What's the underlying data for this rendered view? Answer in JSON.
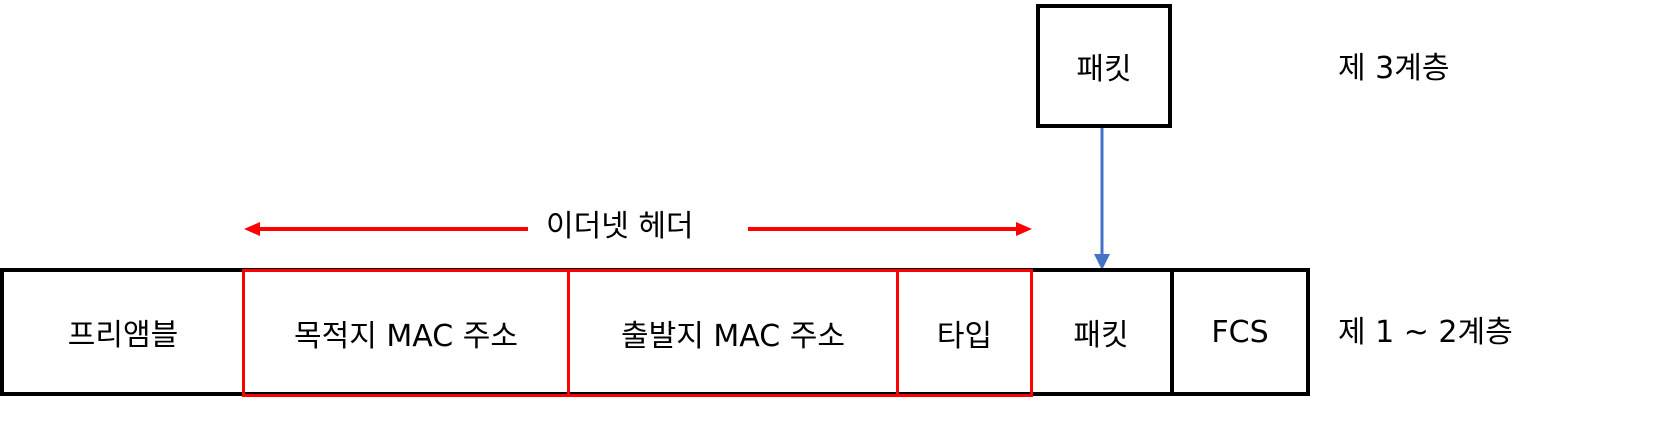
{
  "layer3": {
    "box_label": "패킷",
    "layer_label": "제 3계층"
  },
  "header_span": {
    "label": "이더넷 헤더"
  },
  "frame": {
    "fields": [
      {
        "label": "프리앰블"
      },
      {
        "label": "목적지 MAC 주소"
      },
      {
        "label": "출발지 MAC 주소"
      },
      {
        "label": "타입"
      },
      {
        "label": "패킷"
      },
      {
        "label": "FCS"
      }
    ],
    "layer_label": "제 1 ~ 2계층"
  },
  "colors": {
    "header_highlight": "#ff0000",
    "encapsulation_arrow": "#4472c4",
    "outline": "#000000"
  }
}
